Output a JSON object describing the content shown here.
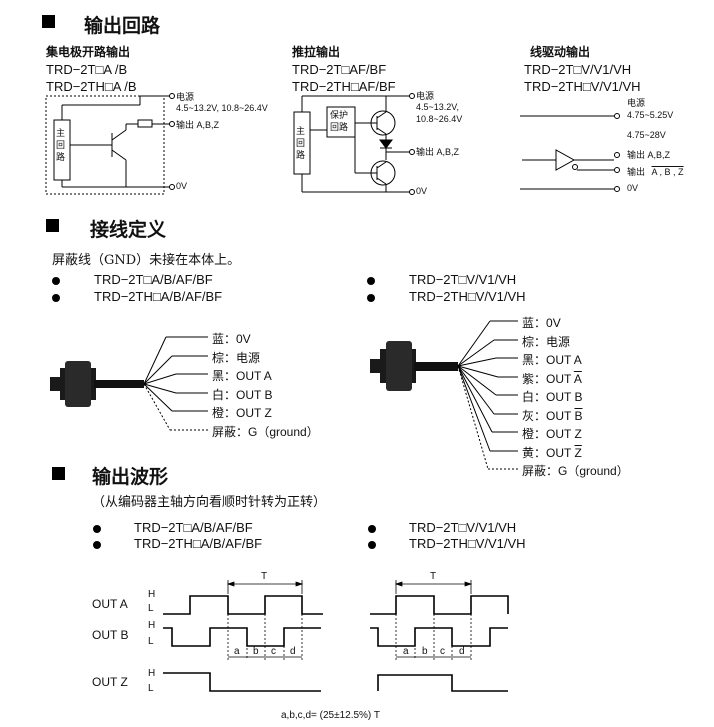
{
  "sections": {
    "output_circuit": "输出回路",
    "wiring": "接线定义",
    "waveform": "输出波形"
  },
  "circuits": {
    "oc": {
      "title": "集电极开路输出",
      "model1": "TRD−2T□A /B",
      "model2": "TRD−2TH□A /B",
      "main_circuit": "主回路",
      "power": "电源",
      "voltage": "4.5~13.2V, 10.8~26.4V",
      "output": "输出 A,B,Z",
      "zero": "0V"
    },
    "pp": {
      "title": "推拉输出",
      "model1": "TRD−2T□AF/BF",
      "model2": "TRD−2TH□AF/BF",
      "main_circuit": "主回路",
      "protect": "保护回路",
      "power": "电源",
      "voltage1": "4.5~13.2V,",
      "voltage2": "10.8~26.4V",
      "output": "输出 A,B,Z",
      "zero": "0V"
    },
    "ld": {
      "title": "线驱动输出",
      "model1": "TRD−2T□V/V1/VH",
      "model2": "TRD−2TH□V/V1/VH",
      "power": "电源",
      "voltage1": "4.75~5.25V",
      "voltage2": "4.75~28V",
      "output1": "输出 A,B,Z",
      "output2_prefix": "输出",
      "output2_bars": "A , B , Z",
      "zero": "0V"
    }
  },
  "wiring": {
    "note": "屏蔽线（GND）未接在本体上。",
    "left_models": [
      "TRD−2T□A/B/AF/BF",
      "TRD−2TH□A/B/AF/BF"
    ],
    "right_models": [
      "TRD−2T□V/V1/VH",
      "TRD−2TH□V/V1/VH"
    ],
    "left_wires": [
      "蓝：0V",
      "棕：电源",
      "黑：OUT A",
      "白：OUT B",
      "橙：OUT Z",
      "屏蔽：G（ground）"
    ],
    "right_wires": [
      {
        "prefix": "蓝：",
        "text": "0V",
        "bar": ""
      },
      {
        "prefix": "棕：",
        "text": "电源",
        "bar": ""
      },
      {
        "prefix": "黑：",
        "text": "OUT A",
        "bar": ""
      },
      {
        "prefix": "紫：",
        "text": "OUT ",
        "bar": "A"
      },
      {
        "prefix": "白：",
        "text": "OUT B",
        "bar": ""
      },
      {
        "prefix": "灰：",
        "text": "OUT ",
        "bar": "B"
      },
      {
        "prefix": "橙：",
        "text": "OUT Z",
        "bar": ""
      },
      {
        "prefix": "黄：",
        "text": "OUT ",
        "bar": "Z"
      },
      {
        "prefix": "屏蔽：",
        "text": "G（ground）",
        "bar": ""
      }
    ]
  },
  "waveform": {
    "direction_note": "（从编码器主轴方向看顺时针转为正转）",
    "left_models": [
      "TRD−2T□A/B/AF/BF",
      "TRD−2TH□A/B/AF/BF"
    ],
    "right_models": [
      "TRD−2T□V/V1/VH",
      "TRD−2TH□V/V1/VH"
    ],
    "signals": [
      "OUT A",
      "OUT B",
      "OUT Z"
    ],
    "h": "H",
    "l": "L",
    "period": "T",
    "phases": [
      "a",
      "b",
      "c",
      "d"
    ],
    "formula": "a,b,c,d= (25±12.5%) T"
  }
}
